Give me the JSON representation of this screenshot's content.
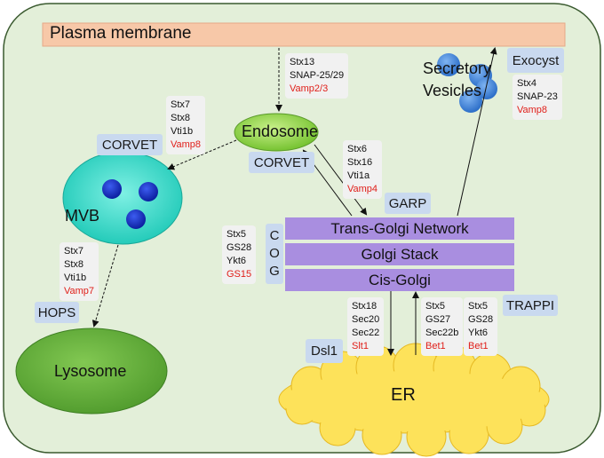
{
  "compartments": {
    "plasma_membrane": "Plasma membrane",
    "endosome": "Endosome",
    "mvb": "MVB",
    "lysosome": "Lysosome",
    "er": "ER",
    "secretory_vesicles_line1": "Secretory",
    "secretory_vesicles_line2": "Vesicles"
  },
  "golgi": {
    "tgn": "Trans-Golgi Network",
    "stack": "Golgi Stack",
    "cis": "Cis-Golgi"
  },
  "tethers": {
    "corvet_mvb": "CORVET",
    "corvet_endosome": "CORVET",
    "hops": "HOPS",
    "garp": "GARP",
    "exocyst": "Exocyst",
    "trappi": "TRAPPI",
    "dsl1": "Dsl1",
    "cog": [
      "C",
      "O",
      "G"
    ]
  },
  "snares": {
    "pm_endosome": [
      "Stx13",
      "SNAP-25/29",
      "Vamp2/3"
    ],
    "endosome_mvb": [
      "Stx7",
      "Stx8",
      "Vti1b",
      "Vamp8"
    ],
    "tgn_endosome": [
      "Stx6",
      "Stx16",
      "Vti1a",
      "Vamp4"
    ],
    "exocyst": [
      "Stx4",
      "SNAP-23",
      "Vamp8"
    ],
    "mvb_lysosome": [
      "Stx7",
      "Stx8",
      "Vti1b",
      "Vamp7"
    ],
    "golgi_cog": [
      "Stx5",
      "GS28",
      "Ykt6",
      "GS15"
    ],
    "golgi_er": [
      "Stx18",
      "Sec20",
      "Sec22",
      "Slt1"
    ],
    "er_golgi_a": [
      "Stx5",
      "GS27",
      "Sec22b",
      "Bet1"
    ],
    "er_golgi_b": [
      "Stx5",
      "GS28",
      "Ykt6",
      "Bet1"
    ]
  },
  "colors": {
    "cell_fill": "#e3efd9",
    "cell_border": "#3a5a2f",
    "plasma_membrane": "#f7c8a8",
    "endosome": "#8fd24a",
    "mvb": "#36d9c8",
    "lysosome": "#6ab43a",
    "er": "#fde25a",
    "golgi": "#a98ee0",
    "vesicle": "#3b7fd6",
    "mvb_granule": "#1530c0",
    "tether_box": "#c9d9ef",
    "snare_box": "#f1f1f1",
    "r_snare_text": "#e0201b"
  }
}
